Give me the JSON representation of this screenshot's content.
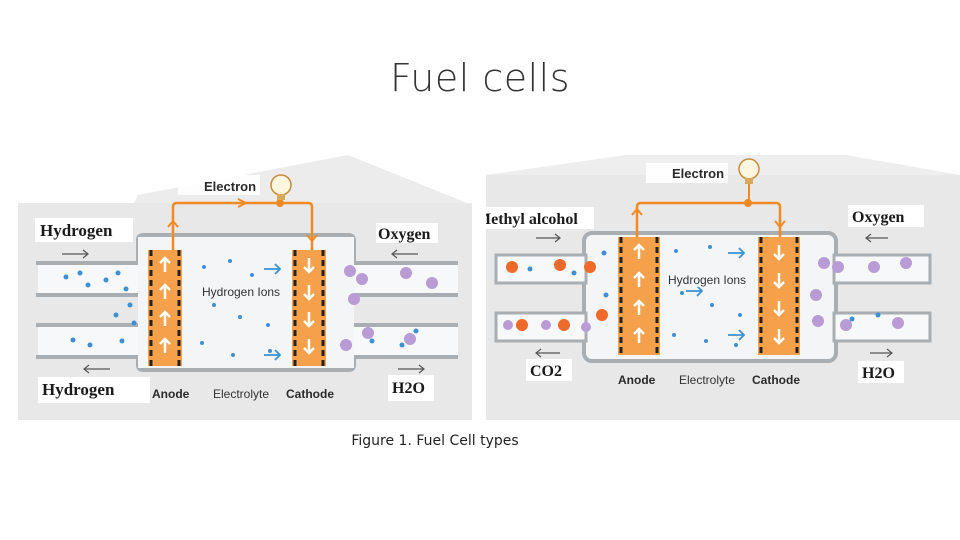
{
  "slide": {
    "title": "Fuel cells",
    "caption": "Figure 1. Fuel Cell types"
  },
  "left_cell": {
    "electron": "Electron",
    "input_fuel": "Hydrogen",
    "input_oxidant": "Oxygen",
    "output_fuel": "Hydrogen",
    "output_product": "H2O",
    "anode": "Anode",
    "electrolyte": "Electrolyte",
    "cathode": "Cathode",
    "ions": "Hydrogen Ions"
  },
  "right_cell": {
    "electron": "Electron",
    "input_fuel": "Methyl alcohol",
    "input_oxidant": "Oxygen",
    "output_fuel": "CO2",
    "output_product": "H2O",
    "anode": "Anode",
    "electrolyte": "Electrolyte",
    "cathode": "Cathode",
    "ions": "Hydrogen Ions"
  },
  "colors": {
    "electrode": "#f5a04a",
    "wire": "#f08a24",
    "housing": "#9aa0a6",
    "particle_blue": "#3d8fd6",
    "particle_purple": "#b99bd6",
    "particle_orange": "#ee6a2a",
    "backdrop": "#e6e6e6"
  }
}
